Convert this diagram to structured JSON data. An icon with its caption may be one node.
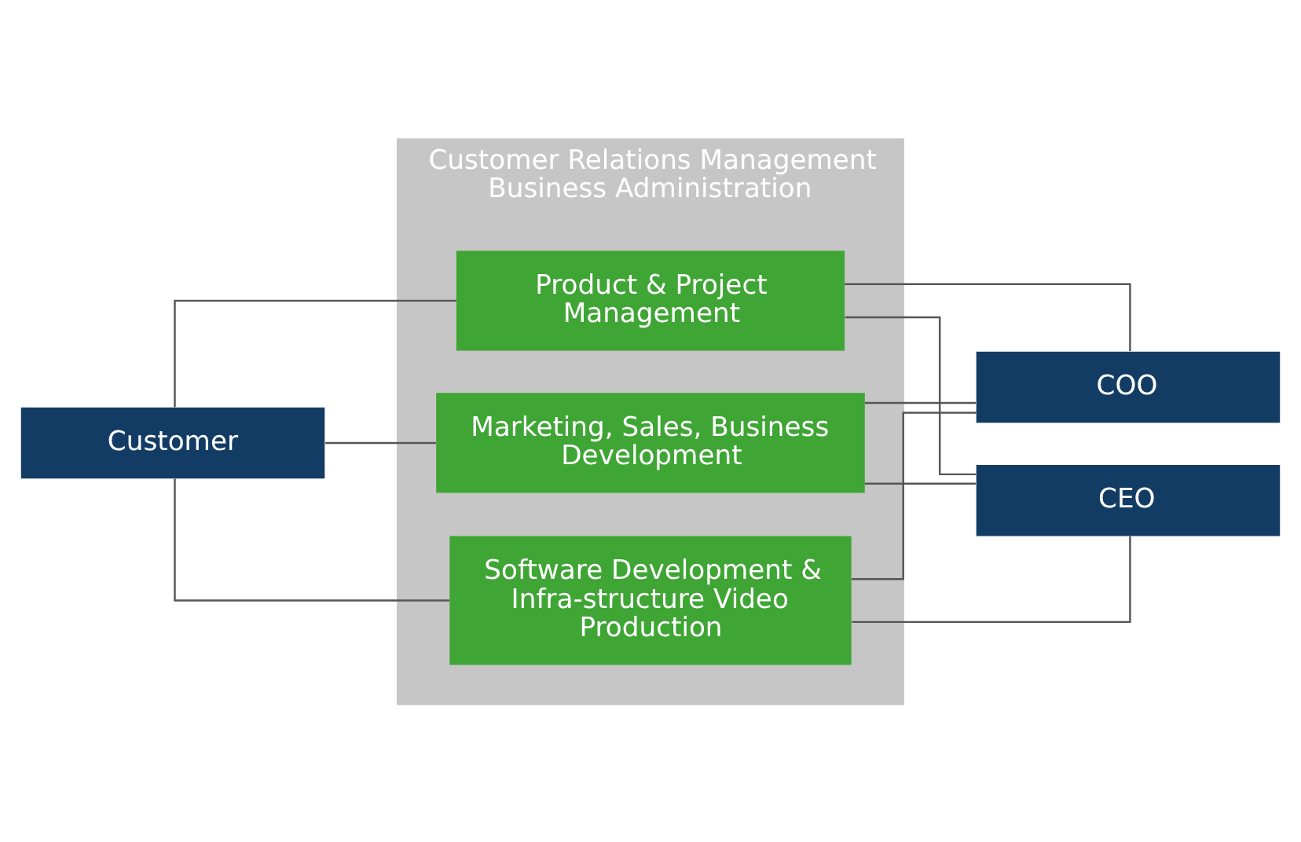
{
  "diagram": {
    "nodes": [
      {
        "text": [
          "Customer"
        ]
      },
      {
        "text": [
          "Customer Relations Management",
          "Business Administration"
        ]
      },
      {
        "text": [
          "Marketing, Sales, Business Development"
        ],
        "in": 1
      },
      {
        "text": [
          "Software Development & Infra-structure Video Production"
        ],
        "in": 1
      },
      {
        "text": [
          "Product & Project Management"
        ],
        "in": 1
      },
      {
        "text": [
          "COO"
        ]
      },
      {
        "text": [
          "CEO"
        ]
      }
    ],
    "edges": [
      {
        "from": 0,
        "to": 2,
        "arrow": "none"
      },
      {
        "from": 0,
        "to": 3,
        "arrow": "none"
      },
      {
        "from": 0,
        "to": 4,
        "arrow": "none"
      },
      {
        "from": 2,
        "to": 5,
        "arrow": "none"
      },
      {
        "from": 2,
        "to": 6,
        "arrow": "none"
      },
      {
        "from": 3,
        "to": 5,
        "arrow": "none"
      },
      {
        "from": 3,
        "to": 6,
        "arrow": "none"
      },
      {
        "from": 4,
        "to": 5,
        "arrow": "none"
      },
      {
        "from": 4,
        "to": 6,
        "arrow": "none"
      }
    ]
  }
}
